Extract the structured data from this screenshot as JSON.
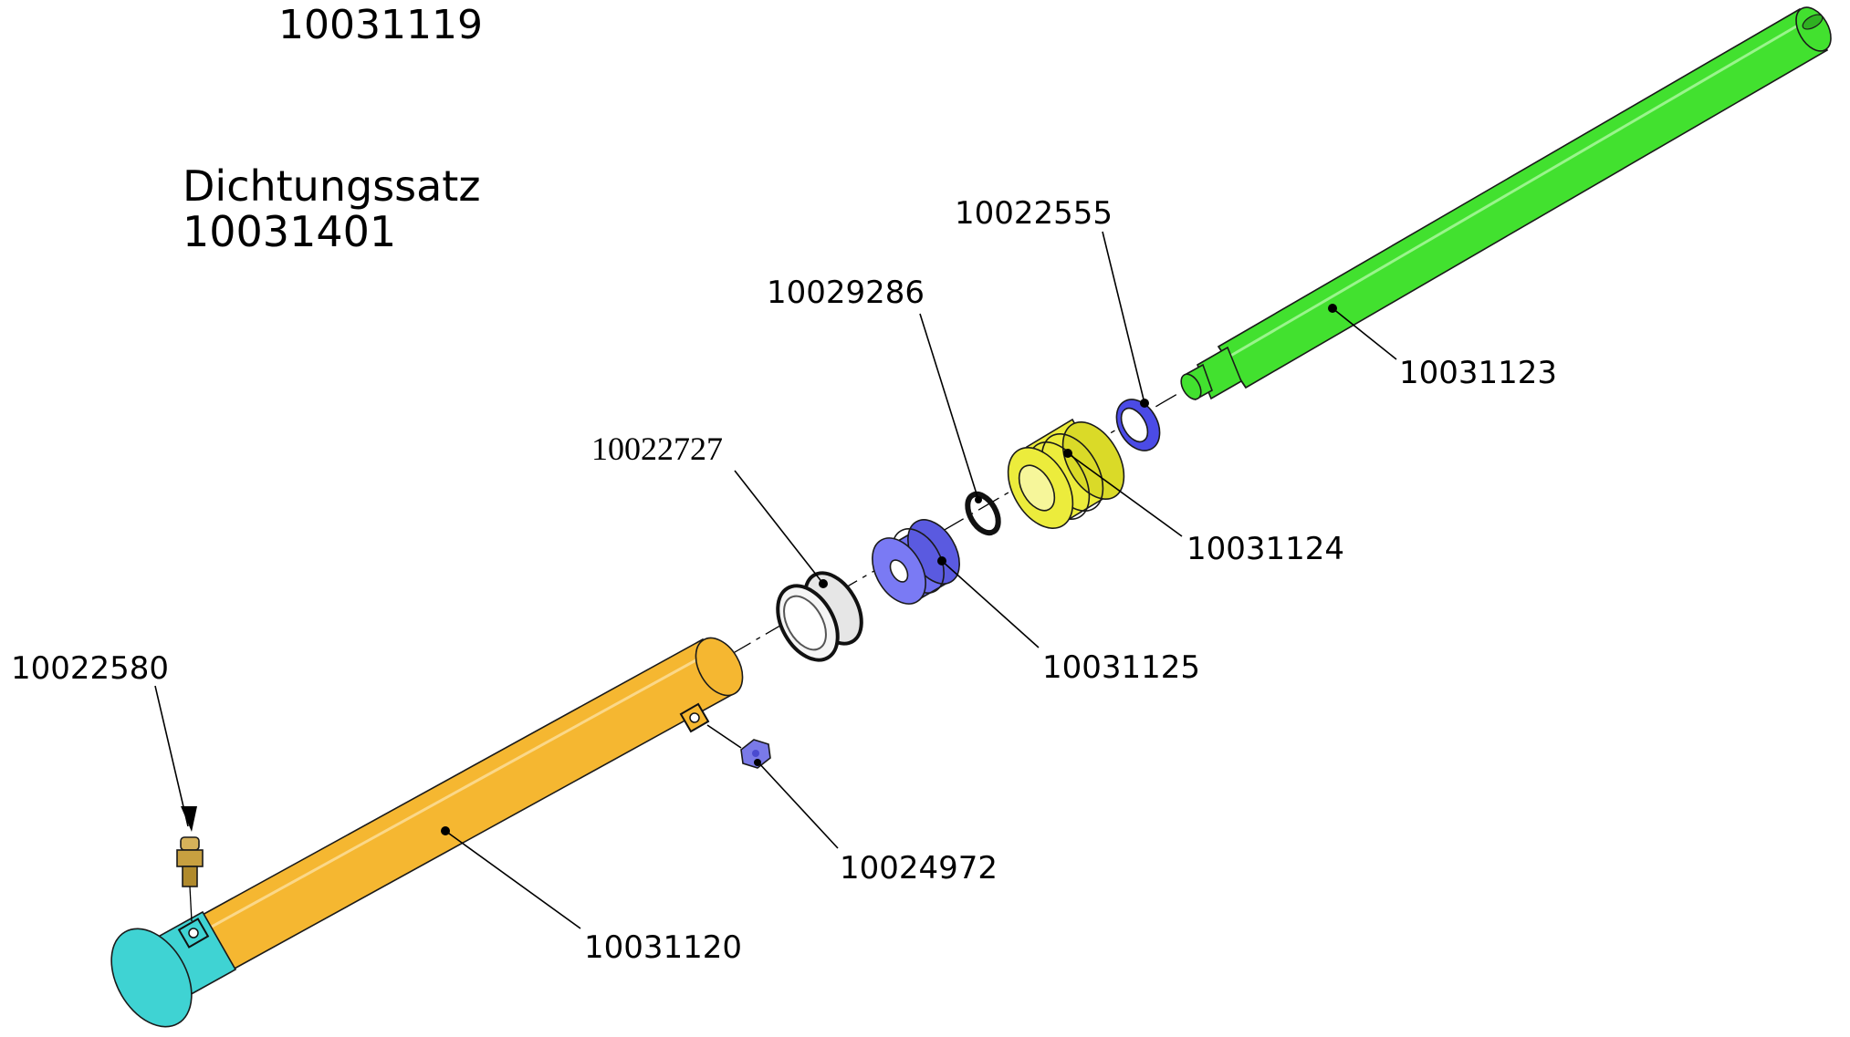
{
  "drawing": {
    "assembly_number": "10031119",
    "seal_kit": {
      "title": "Dichtungssatz",
      "number": "10031401"
    }
  },
  "parts": {
    "grease_nipple": "10022580",
    "cylinder_tube": "10031120",
    "plug_nut": "10024972",
    "wiper_ring": "10022727",
    "piston": "10031125",
    "o_ring": "10029286",
    "gland": "10031124",
    "retaining_ring": "10022555",
    "piston_rod": "10031123"
  },
  "colors": {
    "cylinder_tube": "#f5b731",
    "tube_end_cap": "#3fd3d3",
    "piston_rod": "#42e12f",
    "gland": "#ecec3c",
    "piston": "#6e6ef0",
    "retaining_ring": "#4b4be6",
    "grease_nipple": "#c8a040",
    "plug_nut": "#7a7ae8"
  }
}
